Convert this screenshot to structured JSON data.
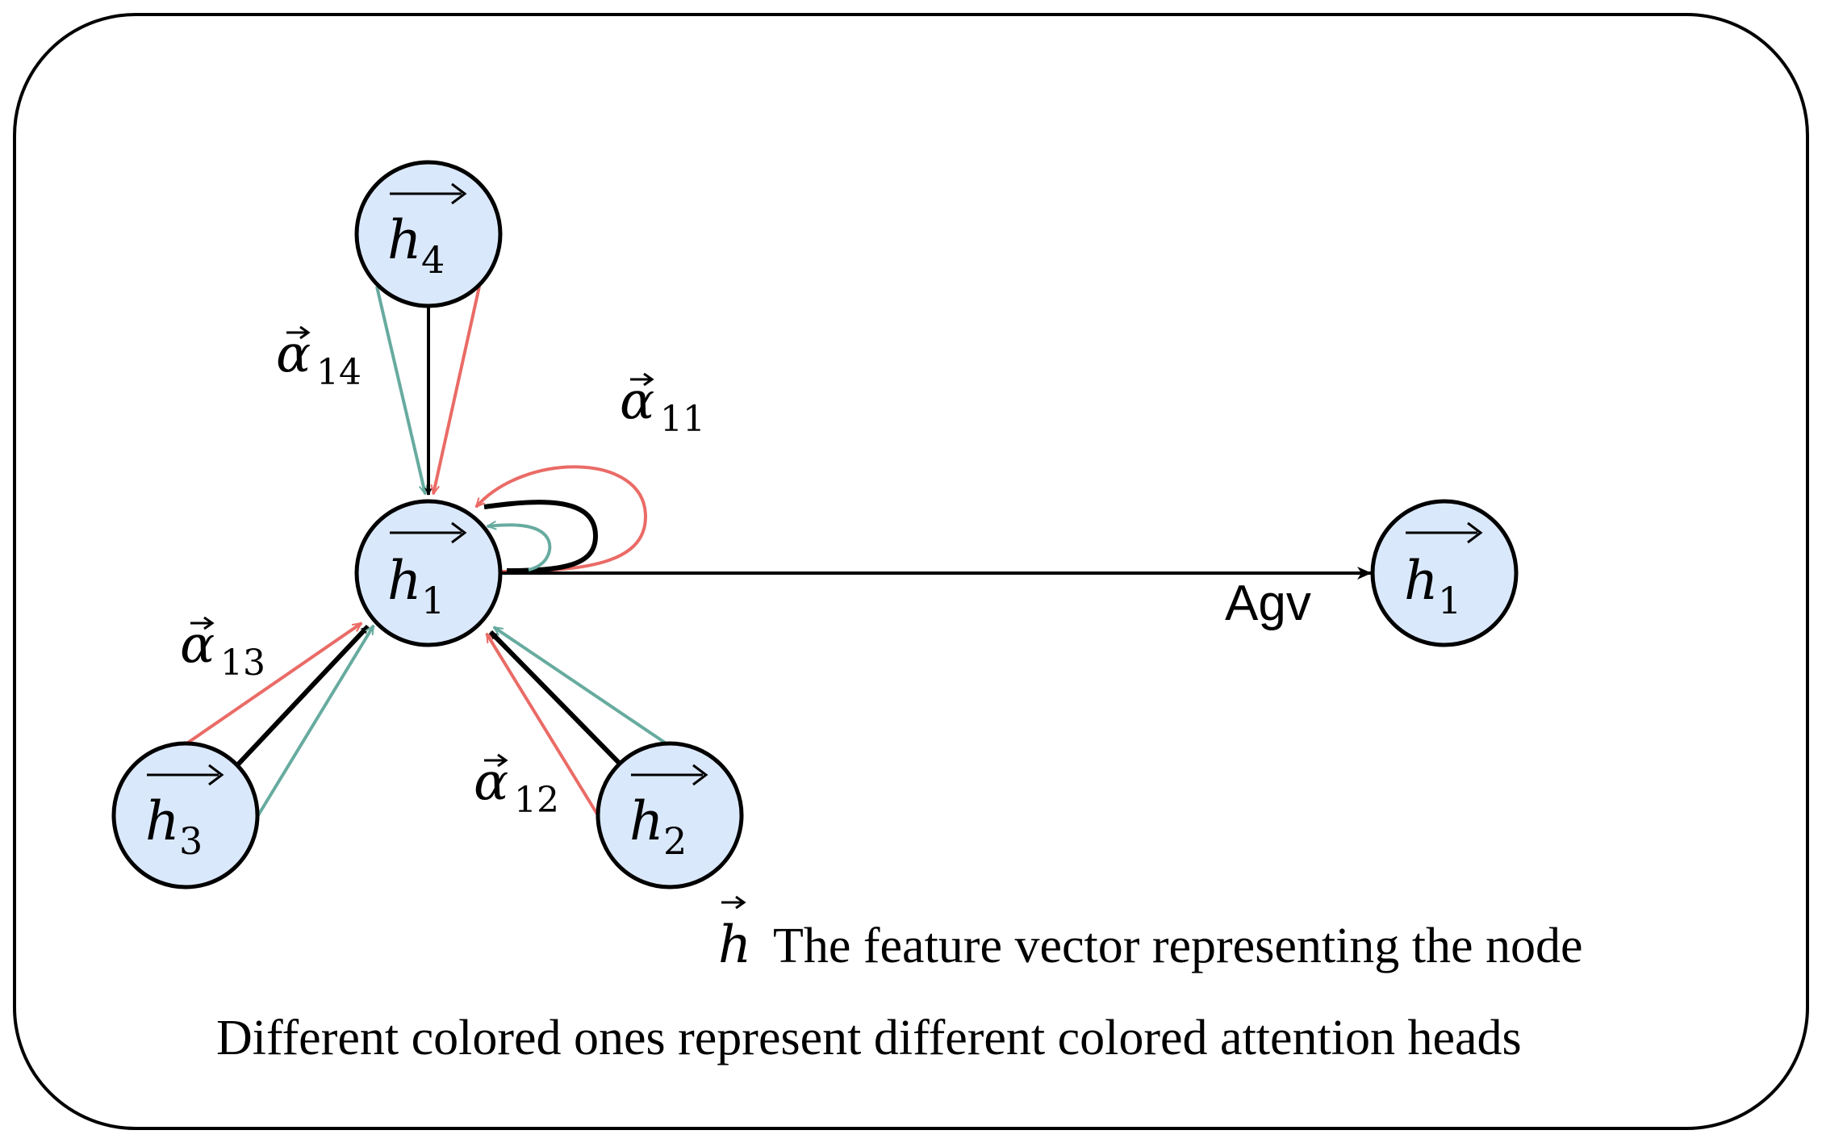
{
  "colors": {
    "node_fill": "#dae8fc",
    "node_stroke": "#000000",
    "edge_black": "#000000",
    "edge_red": "#ea6b66",
    "edge_teal": "#67ab9f"
  },
  "nodes": [
    {
      "id": "h4",
      "base": "h",
      "sub": "4"
    },
    {
      "id": "h1",
      "base": "h",
      "sub": "1"
    },
    {
      "id": "h3",
      "base": "h",
      "sub": "3"
    },
    {
      "id": "h2",
      "base": "h",
      "sub": "2"
    },
    {
      "id": "h1out",
      "base": "h",
      "sub": "1"
    }
  ],
  "edge_labels": [
    {
      "id": "a14",
      "base": "α",
      "sub": "14"
    },
    {
      "id": "a11",
      "base": "α",
      "sub": "11"
    },
    {
      "id": "a13",
      "base": "α",
      "sub": "13"
    },
    {
      "id": "a12",
      "base": "α",
      "sub": "12"
    }
  ],
  "aggregate_label": "Agv",
  "legend": {
    "symbol": "h",
    "line1": "The feature vector representing the node",
    "line2": "Different colored ones represent different colored attention heads"
  }
}
